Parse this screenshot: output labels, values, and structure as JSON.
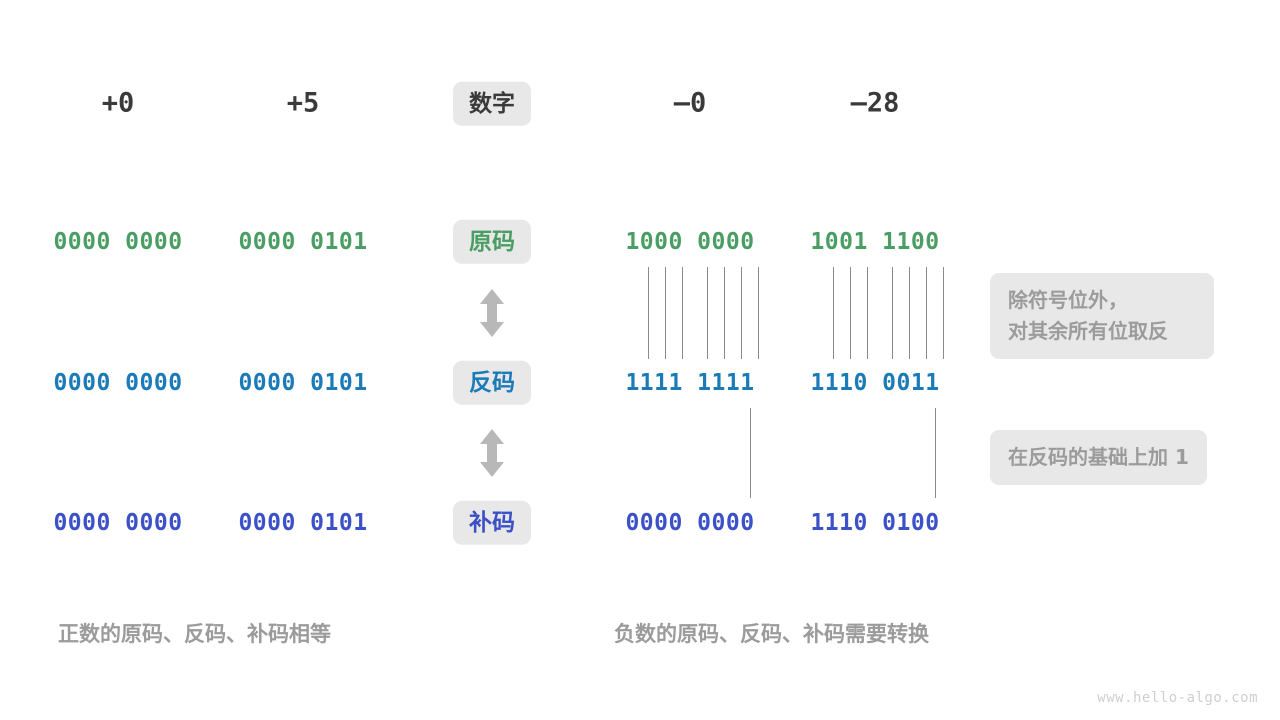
{
  "meta": {
    "watermark": "www.hello-algo.com",
    "background": "#ffffff"
  },
  "colors": {
    "sign_magnitude": "#4a9e63",
    "ones_complement": "#1b7ab8",
    "twos_complement": "#3c50c8",
    "chip_background": "#e8e8e8",
    "note_text": "#9b9b9b",
    "header_text": "#3a3a3a",
    "connector_line": "#8a8a8a",
    "arrow": "#b8b8b8"
  },
  "header": {
    "label_chip": "数字",
    "columns": [
      {
        "name": "plus-zero",
        "value": "+0"
      },
      {
        "name": "plus-five",
        "value": "+5"
      },
      {
        "name": "minus-zero",
        "value": "–0"
      },
      {
        "name": "minus-28",
        "value": "–28"
      }
    ]
  },
  "rows": [
    {
      "key": "sign-magnitude",
      "chip": "原码",
      "style": "green",
      "values": {
        "plus_zero": "0000 0000",
        "plus_five": "0000 0101",
        "minus_zero": "1000 0000",
        "minus_28": "1001 1100"
      }
    },
    {
      "key": "ones-complement",
      "chip": "反码",
      "style": "blue",
      "values": {
        "plus_zero": "0000 0000",
        "plus_five": "0000 0101",
        "minus_zero": "1111 1111",
        "minus_28": "1110 0011"
      }
    },
    {
      "key": "twos-complement",
      "chip": "补码",
      "style": "indigo",
      "values": {
        "plus_zero": "0000 0000",
        "plus_five": "0000 0101",
        "minus_zero": "0000 0000",
        "minus_28": "1110 0100"
      }
    }
  ],
  "notes": [
    {
      "key": "invert-note",
      "text": "除符号位外，\n对其余所有位取反"
    },
    {
      "key": "add-one-note",
      "text": "在反码的基础上加 1"
    }
  ],
  "captions": [
    {
      "key": "positive-caption",
      "text": "正数的原码、反码、补码相等"
    },
    {
      "key": "negative-caption",
      "text": "负数的原码、反码、补码需要转换"
    }
  ]
}
